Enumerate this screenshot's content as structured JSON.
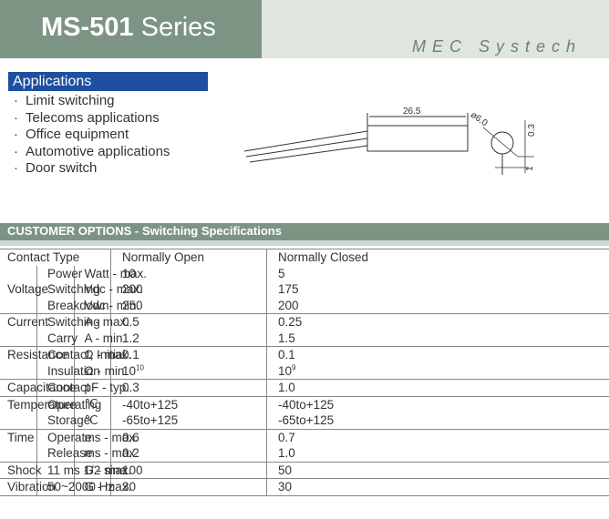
{
  "header": {
    "model": "MS-501",
    "series": "Series",
    "brand": "MEC Systech"
  },
  "applications": {
    "heading": "Applications",
    "items": [
      "Limit switching",
      "Telecoms applications",
      "Office equipment",
      "Automotive applications",
      "Door switch"
    ]
  },
  "drawing": {
    "length_label": "26.5",
    "diameter_label": "ø6.0",
    "dim_a": "0.3",
    "dim_b": "1"
  },
  "options": {
    "title": "CUSTOMER OPTIONS - Switching Specifications"
  },
  "table": {
    "header": {
      "label": "Contact Type",
      "open": "Normally Open",
      "closed": "Normally Closed"
    },
    "rows": [
      {
        "group": "",
        "item": "Power",
        "unit": "Watt - max.",
        "open": "10",
        "closed": "5"
      },
      {
        "group": "Voltage",
        "item": "Switching",
        "unit": "Vdc - max.",
        "open": "200",
        "closed": "175"
      },
      {
        "group": "",
        "item": "Breakdown",
        "unit": "Vdc - min.",
        "open": "250",
        "closed": "200"
      },
      {
        "group": "Current",
        "item": "Switching",
        "unit": "A - max.",
        "open": "0.5",
        "closed": "0.25"
      },
      {
        "group": "",
        "item": "Carry",
        "unit": "A - min.",
        "open": "1.2",
        "closed": "1.5"
      },
      {
        "group": "Resistance",
        "item": "Contact, Initial",
        "unit": "Ω - max.",
        "open": "0.1",
        "closed": "0.1"
      },
      {
        "group": "",
        "item": "Insulation",
        "unit": "Ω - min.",
        "open_base": "10",
        "open_exp": "10",
        "closed_base": "10",
        "closed_exp": "9"
      },
      {
        "group": "Capacitance",
        "item": "Contact",
        "unit": "pF - typ.",
        "open": "0.3",
        "closed": "1.0"
      },
      {
        "group": "Temperature",
        "item": "Operating",
        "unit": "℃",
        "open": "-40to+125",
        "closed": "-40to+125"
      },
      {
        "group": "",
        "item": "Storage",
        "unit": "℃",
        "open": "-65to+125",
        "closed": "-65to+125"
      },
      {
        "group": "Time",
        "item": "Operate",
        "unit": "ms - max.",
        "open": "0.6",
        "closed": "0.7"
      },
      {
        "group": "",
        "item": "Release",
        "unit": "ms - max.",
        "open": "0.2",
        "closed": "1.0"
      },
      {
        "group": "Shock",
        "item": "11 ms 1/2 sine",
        "unit": "G - max.",
        "open": "100",
        "closed": "50"
      },
      {
        "group": "Vibration",
        "item": "50~2000 Hz",
        "unit": "G - max.",
        "open": "30",
        "closed": "30"
      }
    ]
  }
}
